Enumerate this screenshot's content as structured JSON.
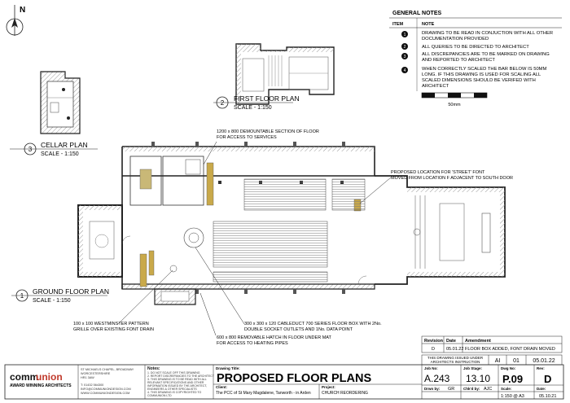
{
  "north_label": "N",
  "plans": {
    "cellar": {
      "number": "3",
      "title": "CELLAR PLAN",
      "scale": "SCALE - 1:150"
    },
    "first": {
      "number": "2",
      "title": "FIRST FLOOR PLAN",
      "scale": "SCALE - 1:150"
    },
    "ground": {
      "number": "1",
      "title": "GROUND FLOOR PLAN",
      "scale": "SCALE - 1:150"
    }
  },
  "annotations": {
    "demountable": [
      "1200 x 800 DEMOUNTABLE SECTION OF FLOOR",
      "FOR ACCESS TO SERVICES"
    ],
    "font": [
      "PROPOSED LOCATION FOR 'STREET' FONT",
      "MOVED FROM LOCATION F ADJACENT TO SOUTH DOOR"
    ],
    "grille": [
      "100 x 100 WESTMINSTER PATTERN",
      "GRILLE OVER EXISTING FONT DRAIN"
    ],
    "floorbox": [
      "300 x 300 x 120 CABLEDUCT 700 SERIES FLOOR BOX WITH 2No.",
      "DOUBLE SOCKET OUTLETS AND 1No. DATA POINT"
    ],
    "hatch": [
      "600 x 800 REMOVABLE HATCH IN FLOOR UNDER MAT",
      "FOR ACCESS TO HEATING PIPES"
    ]
  },
  "general_notes": {
    "title": "GENERAL NOTES",
    "headers": [
      "ITEM",
      "NOTE"
    ],
    "items": [
      {
        "n": "1",
        "text": [
          "DRAWING TO BE READ IN CONJUCTION WITH ALL OTHER",
          "DOCUMENTATION PROVIDED"
        ]
      },
      {
        "n": "2",
        "text": [
          "ALL QUERIES TO BE DIRECTED TO ARCHITECT"
        ]
      },
      {
        "n": "3",
        "text": [
          "ALL DISCREPANCIES ARE TO BE MARKED ON DRAWING",
          "AND REPORTED TO ARCHITECT"
        ]
      },
      {
        "n": "4",
        "text": [
          "WHEN CORRECTLY SCALED THE BAR BELOW IS 50MM",
          "LONG. IF THIS DRAWING IS USED FOR SCALING ALL",
          "SCALED DIMENSIONS SHOULD BE VERIFED WITH",
          "ARCHITECT"
        ]
      }
    ],
    "scale_bar_label": "50mm"
  },
  "revision": {
    "headers": [
      "Revision",
      "Date",
      "Amendment"
    ],
    "rows": [
      {
        "rev": "D",
        "date": "05.01.22",
        "text": "FLOOR BOX ADDED, FONT DRAIN MOVED"
      }
    ]
  },
  "issue": {
    "note": [
      "THIS DRAWING ISSUED UNDER",
      "ARCHITECTS INSTRUCTION"
    ],
    "code": "AI",
    "num": "01",
    "date": "05.01.22"
  },
  "title_block": {
    "brand_com": "comm",
    "brand_union": "union",
    "brand_sub": "AWARD WINNING ARCHITECTS",
    "address": [
      "ST MICHAELS CHAPEL, BROADWAY",
      "WORCESTERSHIRE",
      "HR1 3AW",
      "T: 01432 564300",
      "INFO@COMMUNIONDESIGN.COM",
      "WWW.COMMUNIONDESIGN.COM"
    ],
    "notes_label": "Notes:",
    "notes": [
      "1. DO NOT SCALE OFF THIS DRAWING",
      "2. REPORT DISCREPANCIES TO THE ARCHITECT",
      "3. THIS DRAWING IS TO BE READ WITH ALL",
      "RELEVANT SPECIFICATIONS AND OTHER",
      "INFORMATION ISSUED BY THE ARCHITECT,",
      "ENGINEERS & OTHER SPECIALISTS",
      "4. THIS DRAWING IS COPYRIGHTED TO",
      "COMMUNION LTD"
    ],
    "drawing_title_label": "Drawing Title:",
    "drawing_title": "PROPOSED FLOOR PLANS",
    "client_label": "Client:",
    "client": "The PCC of St Mary Magdalene, Tanworth - in Arden",
    "project_label": "Project:",
    "project": "CHURCH REORDERING",
    "job_no_label": "Job No:",
    "job_no": "A.243",
    "job_stage_label": "Job Stage:",
    "job_stage": "13.10",
    "dwg_no_label": "Dwg No:",
    "dwg_no": "P.09",
    "rev_label": "Rev:",
    "rev": "D",
    "drawn_label": "Drwn by:",
    "drawn": "GR",
    "chkd_label": "Chk'd by:",
    "chkd": "AJC",
    "scale_label": "Scale:",
    "scale": "1:150 @ A3",
    "date_label": "Date:",
    "date": "05.10.21"
  }
}
